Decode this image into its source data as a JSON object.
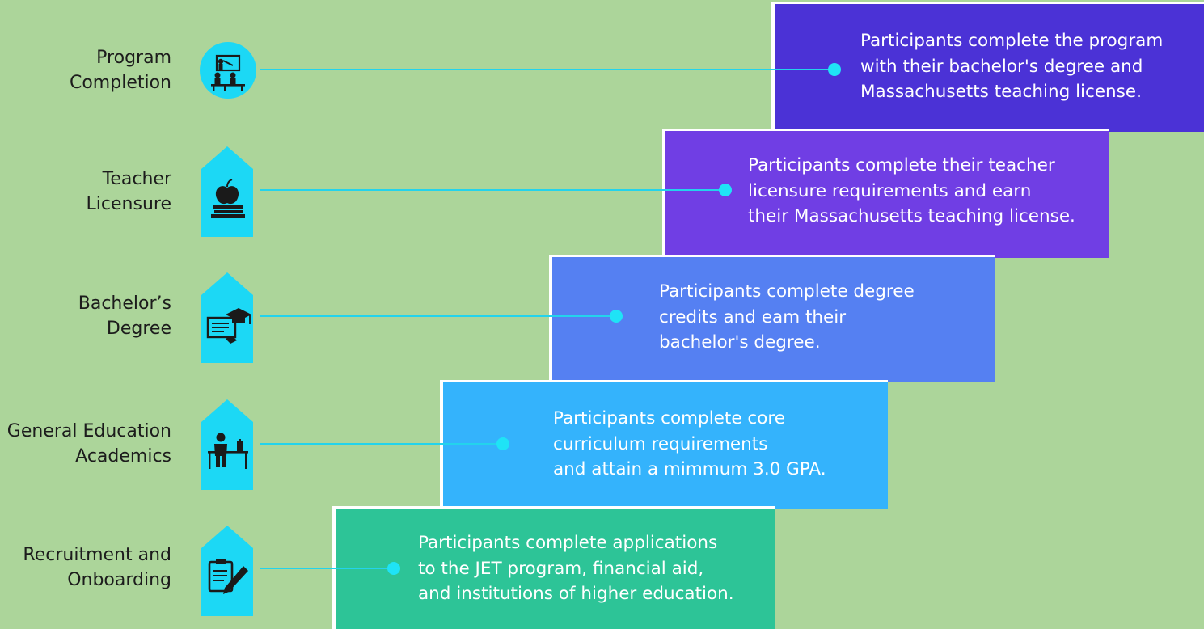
{
  "stages": [
    {
      "label": [
        "Program",
        "Completion"
      ],
      "icon": "classroom-icon",
      "description": [
        "Participants complete the program",
        "with their bachelor's degree and",
        "Massachusetts teaching license."
      ],
      "color": "#4b32d6"
    },
    {
      "label": [
        "Teacher",
        "Licensure"
      ],
      "icon": "apple-books-icon",
      "description": [
        "Participants complete their teacher",
        "licensure requirements and earn",
        "their Massachusetts teaching license."
      ],
      "color": "#703ee4"
    },
    {
      "label": [
        "Bachelor’s",
        "Degree"
      ],
      "icon": "diploma-cap-icon",
      "description": [
        "Participants complete degree",
        "credits and eam their",
        "bachelor's degree."
      ],
      "color": "#5580f2"
    },
    {
      "label": [
        "General Education",
        "Academics"
      ],
      "icon": "student-desk-icon",
      "description": [
        "Participants complete core",
        "curriculum requirements",
        "and attain a mimmum 3.0 GPA."
      ],
      "color": "#34b3fc"
    },
    {
      "label": [
        "Recruitment and",
        "Onboarding"
      ],
      "icon": "clipboard-pencil-icon",
      "description": [
        "Participants complete applications",
        "to the JET program, financial aid,",
        "and institutions of higher education."
      ],
      "color": "#2dc497"
    }
  ],
  "colors": {
    "background": "#acd59a",
    "badge": "#1cd8f5",
    "connector": "#23d3ec",
    "dot": "#1fe3f6"
  }
}
